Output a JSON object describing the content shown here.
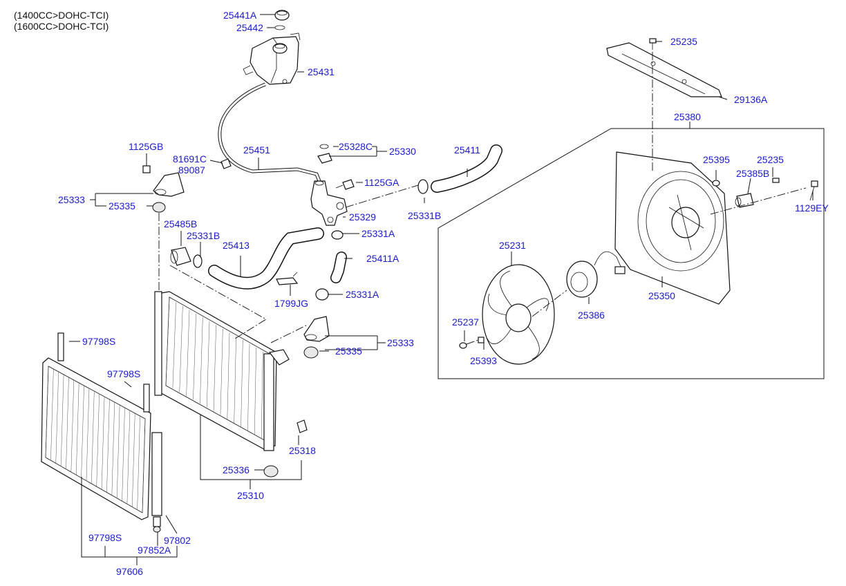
{
  "header": {
    "line1": "(1400CC>DOHC-TCI)",
    "line2": "(1600CC>DOHC-TCI)"
  },
  "labels": {
    "p25441A": "25441A",
    "p25442": "25442",
    "p25431": "25431",
    "p25451": "25451",
    "p25328C": "25328C",
    "p25330": "25330",
    "p1125GB": "1125GB",
    "p81691C": "81691C",
    "p89087": "89087",
    "p1125GA": "1125GA",
    "p25333a": "25333",
    "p25335a": "25335",
    "p25329": "25329",
    "p25411": "25411",
    "p25331Ba": "25331B",
    "p25331Aa": "25331A",
    "p25485B": "25485B",
    "p25331Bb": "25331B",
    "p25413": "25413",
    "p25411A": "25411A",
    "p1799JG": "1799JG",
    "p25331Ab": "25331A",
    "p25333b": "25333",
    "p25335b": "25335",
    "p97798Sa": "97798S",
    "p97798Sb": "97798S",
    "p25318": "25318",
    "p25336": "25336",
    "p25310": "25310",
    "p97798Sc": "97798S",
    "p97802": "97802",
    "p97852A": "97852A",
    "p97606": "97606",
    "p25235a": "25235",
    "p29136A": "29136A",
    "p25380": "25380",
    "p25395": "25395",
    "p25235b": "25235",
    "p25385B": "25385B",
    "p1129EY": "1129EY",
    "p25231": "25231",
    "p25350": "25350",
    "p25237": "25237",
    "p25386": "25386",
    "p25393": "25393"
  },
  "colors": {
    "label": "#1a1ad0",
    "line": "#111111",
    "background": "#ffffff"
  }
}
